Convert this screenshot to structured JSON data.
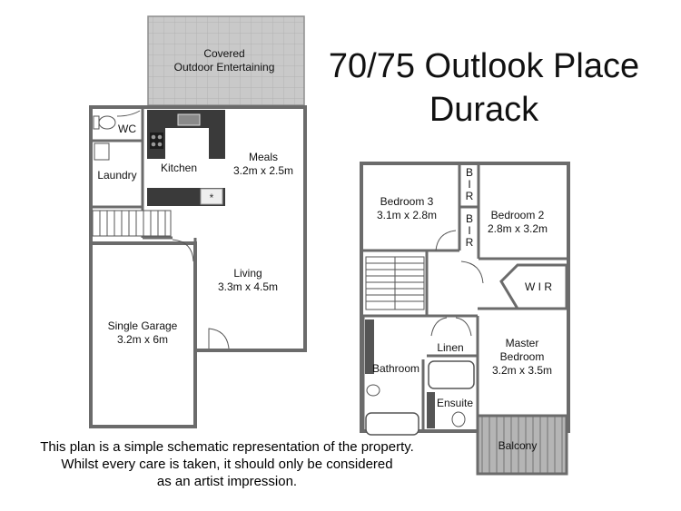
{
  "title": {
    "line1": "70/75 Outlook Place",
    "line2": "Durack"
  },
  "rooms": {
    "covered_outdoor": {
      "line1": "Covered",
      "line2": "Outdoor Entertaining"
    },
    "wc": "WC",
    "kitchen": "Kitchen",
    "laundry": "Laundry",
    "meals": {
      "name": "Meals",
      "size": "3.2m x 2.5m"
    },
    "living": {
      "name": "Living",
      "size": "3.3m x 4.5m"
    },
    "garage": {
      "name": "Single Garage",
      "size": "3.2m x 6m"
    },
    "bedroom3": {
      "name": "Bedroom 3",
      "size": "3.1m x 2.8m"
    },
    "bedroom2": {
      "name": "Bedroom 2",
      "size": "2.8m x 3.2m"
    },
    "bir_top": [
      "B",
      "I",
      "R"
    ],
    "bir_bottom": [
      "B",
      "I",
      "R"
    ],
    "wir": "W I R",
    "linen": "Linen",
    "bathroom": "Bathroom",
    "ensuite": "Ensuite",
    "master": {
      "line1": "Master",
      "line2": "Bedroom",
      "size": "3.2m x 3.5m"
    },
    "balcony": "Balcony"
  },
  "disclaimer": [
    "This plan is a simple schematic representation of the property.",
    "Whilst every care is taken, it should only be considered",
    "as an artist impression."
  ],
  "colors": {
    "wall": "#6b6b6b",
    "floor": "#ffffff",
    "hatch": "#bdbdbd",
    "bench": "#3a3a3a"
  }
}
